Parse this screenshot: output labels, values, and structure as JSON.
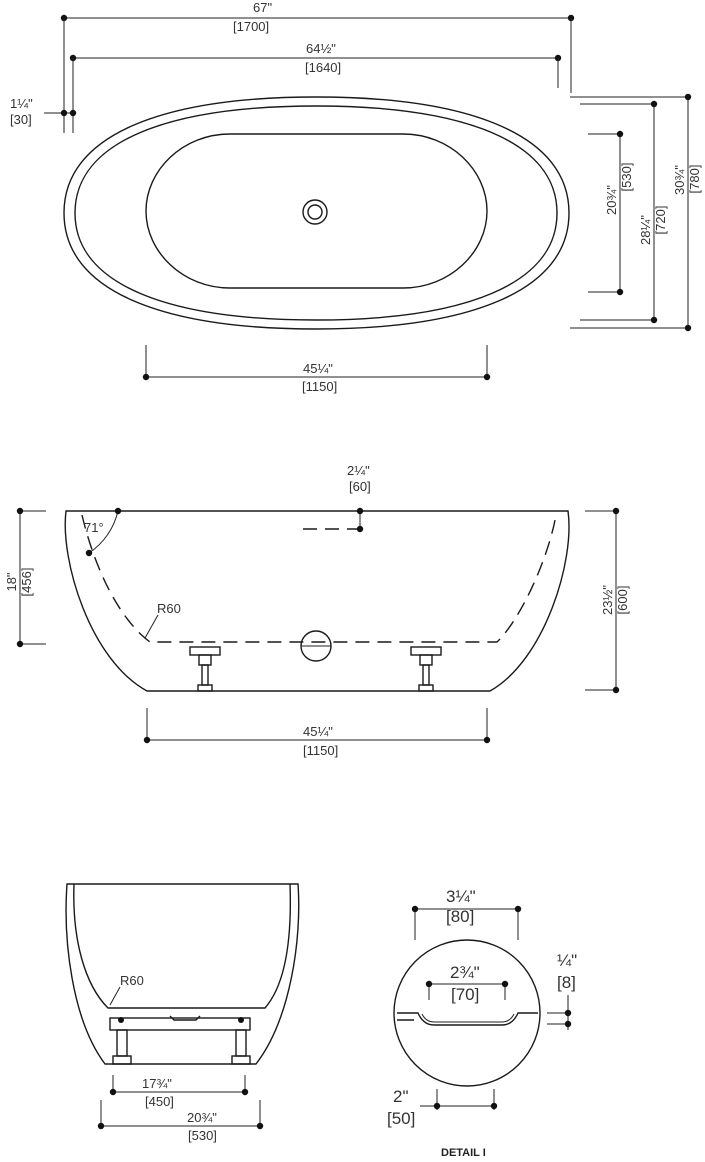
{
  "top_view": {
    "overall_length": {
      "imperial": "67\"",
      "metric": "[1700]"
    },
    "inner_rim_length": {
      "imperial": "64½\"",
      "metric": "[1640]"
    },
    "rim_offset": {
      "imperial": "1¼\"",
      "metric": "[30]"
    },
    "basin_length": {
      "imperial": "45¼\"",
      "metric": "[1150]"
    },
    "basin_width": {
      "imperial": "20¾\"",
      "metric": "[530]"
    },
    "inner_width": {
      "imperial": "28¼\"",
      "metric": "[720]"
    },
    "overall_width": {
      "imperial": "30¾\"",
      "metric": "[780]"
    }
  },
  "side_view": {
    "rim_thickness": {
      "imperial": "2¼\"",
      "metric": "[60]"
    },
    "basin_depth": {
      "imperial": "18\"",
      "metric": "[456]"
    },
    "overall_height": {
      "imperial": "23½\"",
      "metric": "[600]"
    },
    "angle": "71°",
    "radius": "R60",
    "bottom_length": {
      "imperial": "45¼\"",
      "metric": "[1150]"
    }
  },
  "end_view": {
    "radius": "R60",
    "feet_span": {
      "imperial": "17¾\"",
      "metric": "[450]"
    },
    "base_width": {
      "imperial": "20¾\"",
      "metric": "[530]"
    }
  },
  "detail": {
    "title": "DETAIL I",
    "circle_width": {
      "imperial": "3¼\"",
      "metric": "[80]"
    },
    "drain_width": {
      "imperial": "2¾\"",
      "metric": "[70]"
    },
    "lip_height": {
      "imperial": "¼\"",
      "metric": "[8]"
    },
    "bottom_width": {
      "imperial": "2\"",
      "metric": "[50]"
    }
  }
}
